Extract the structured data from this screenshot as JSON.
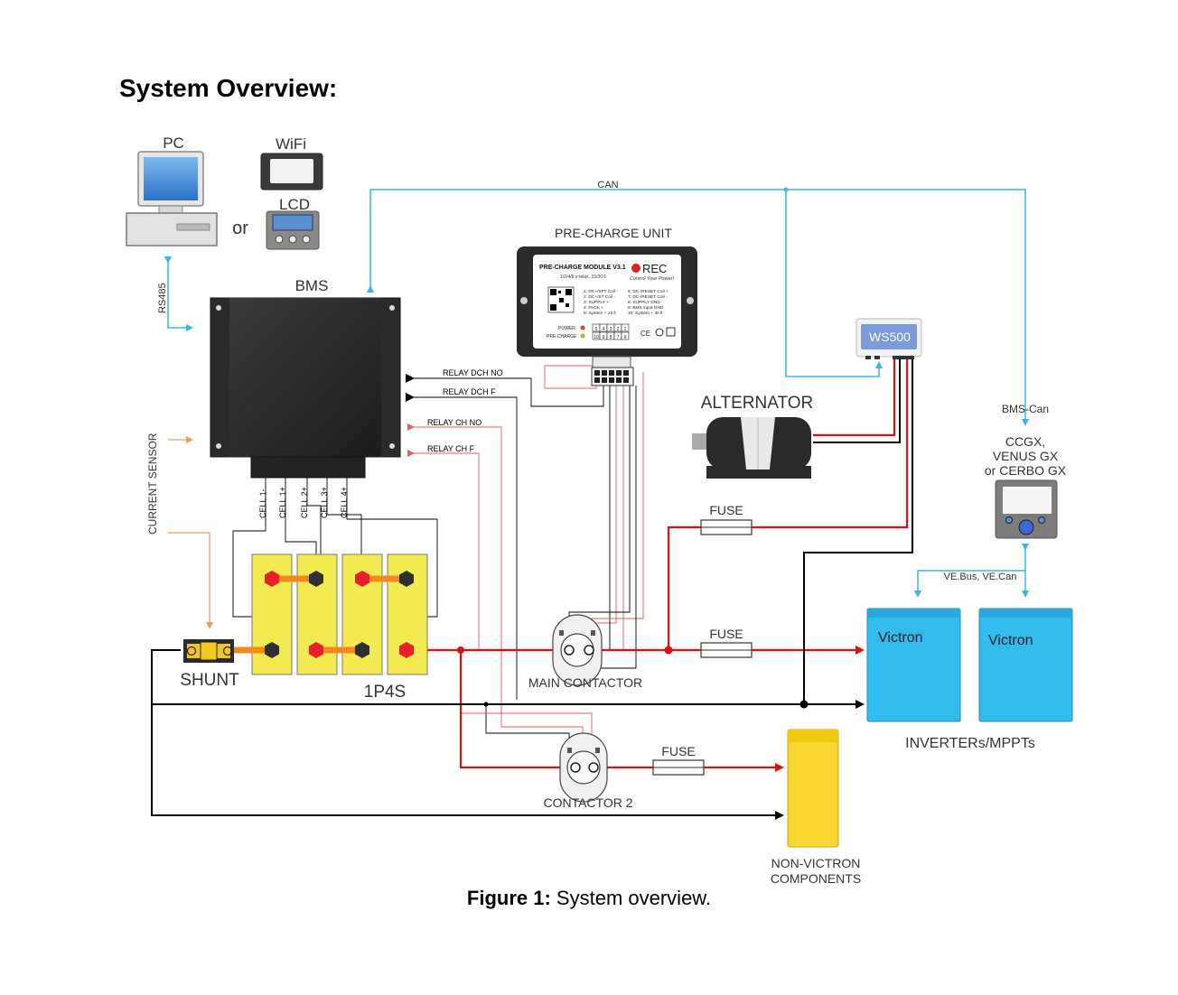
{
  "heading": "System Overview:",
  "caption": {
    "label": "Figure 1:",
    "text": "System overview."
  },
  "labels": {
    "pc": "PC",
    "wifi": "WiFi",
    "lcd": "LCD",
    "or": "or",
    "rs485": "RS485",
    "bms": "BMS",
    "can": "CAN",
    "precharge": "PRE-CHARGE UNIT",
    "ws500": "WS500",
    "alternator": "ALTERNATOR",
    "bms_can": "BMS-Can",
    "ccgx_1": "CCGX,",
    "ccgx_2": "VENUS GX",
    "ccgx_3": "or CERBO GX",
    "current_sensor": "CURRENT SENSOR",
    "relay_dch_no": "RELAY DCH NO",
    "relay_dch_f": "RELAY DCH F",
    "relay_ch_no": "RELAY CH NO",
    "relay_ch_f": "RELAY CH F",
    "cell_1m": "CELL 1-",
    "cell_1p": "CELL 1+",
    "cell_2p": "CELL 2+",
    "cell_3p": "CELL 3+",
    "cell_4p": "CELL 4+",
    "shunt": "SHUNT",
    "pack": "1P4S",
    "main_contactor": "MAIN CONTACTOR",
    "contactor2": "CONTACTOR 2",
    "fuse1": "FUSE",
    "fuse2": "FUSE",
    "fuse3": "FUSE",
    "vebus": "VE.Bus, VE.Can",
    "victron1": "Victron",
    "victron2": "Victron",
    "inverters": "INVERTERs/MPPTs",
    "nonvictron_1": "NON-VICTRON",
    "nonvictron_2": "COMPONENTS"
  },
  "precharge_module": {
    "title": "PRE-CHARGE MODULE V3.1",
    "brand": "REC",
    "slogan": "Control Your Power!",
    "subtitle": "1/2/4/8 s-relax, 15/30 ll",
    "pins_left": [
      "1: DC+/SFT Coil -",
      "2: DC+/ST Coil -",
      "3: SUPPLY +",
      "4: PACK +",
      "5: System + 15 ll"
    ],
    "pins_right": [
      "6: DC-/RESET Coil +",
      "7: DC-/RESET Coil -",
      "8: SUPPLY GND",
      "9: BMS input GND",
      "10: System + 30 ll"
    ],
    "power": "POWER",
    "pre_charge": "PRE-CHARGE",
    "connector_top": [
      "5",
      "4",
      "3",
      "2",
      "1"
    ],
    "connector_bottom": [
      "10",
      "9",
      "8",
      "7",
      "6"
    ],
    "marks": "CE"
  },
  "colors": {
    "can_line": "#3db5e0",
    "power_line": "#e01010",
    "relay_line": "#e06060",
    "sensor_line": "#e8a060",
    "signal_line": "#000000",
    "cell_yellow": "#f2ea50",
    "victron_blue": "#33bbee",
    "nonvictron_yellow": "#f8d830",
    "ws500_blue": "#7a9ad8",
    "terminal_red": "#e8202a",
    "terminal_black": "#303030",
    "busbar": "#f08a20"
  }
}
